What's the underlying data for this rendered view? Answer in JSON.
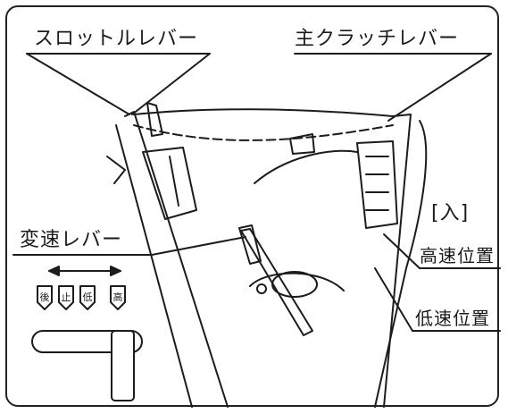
{
  "labels": {
    "throttle_lever": "スロットルレバー",
    "main_clutch_lever": "主クラッチレバー",
    "shift_lever": "変速レバー",
    "engaged": "[入]",
    "high_speed_position": "高速位置",
    "low_speed_position": "低速位置"
  },
  "gate_marks": [
    "後",
    "止",
    "低",
    "高"
  ]
}
